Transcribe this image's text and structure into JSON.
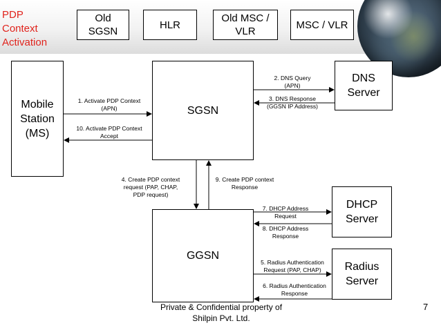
{
  "title": [
    "PDP",
    "Context",
    "Activation"
  ],
  "top_boxes": [
    {
      "id": "old-sgsn",
      "lines": [
        "Old",
        "SGSN"
      ]
    },
    {
      "id": "hlr",
      "lines": [
        "HLR"
      ]
    },
    {
      "id": "old-msc-vlr",
      "lines": [
        "Old MSC /",
        "VLR"
      ]
    },
    {
      "id": "msc-vlr",
      "lines": [
        "MSC / VLR"
      ]
    }
  ],
  "nodes": {
    "ms": [
      "Mobile",
      "Station",
      "(MS)"
    ],
    "sgsn": [
      "SGSN"
    ],
    "ggsn": [
      "GGSN"
    ],
    "dns": [
      "DNS",
      "Server"
    ],
    "dhcp": [
      "DHCP",
      "Server"
    ],
    "radius": [
      "Radius",
      "Server"
    ]
  },
  "messages": {
    "m1": [
      "1. Activate PDP Context",
      "(APN)"
    ],
    "m2": [
      "2. DNS Query",
      "(APN)"
    ],
    "m3": [
      "3. DNS Response",
      "(GGSN IP Address)"
    ],
    "m4": [
      "4. Create PDP context",
      "request (PAP, CHAP,",
      "PDP request)"
    ],
    "m5": [
      "5. Radius Authentication",
      "Request (PAP, CHAP)"
    ],
    "m6": [
      "6. Radius Authentication",
      "Response"
    ],
    "m7": [
      "7. DHCP Address",
      "Request"
    ],
    "m8": [
      "8. DHCP Address",
      "Response"
    ],
    "m9": [
      "9. Create PDP context",
      "Response"
    ],
    "m10": [
      "10. Activate PDP Context",
      "Accept"
    ]
  },
  "footer": [
    "Private & Confidential property of",
    "Shilpin Pvt. Ltd."
  ],
  "page_number": "7",
  "colors": {
    "title": "#e0231c",
    "line": "#000000"
  }
}
